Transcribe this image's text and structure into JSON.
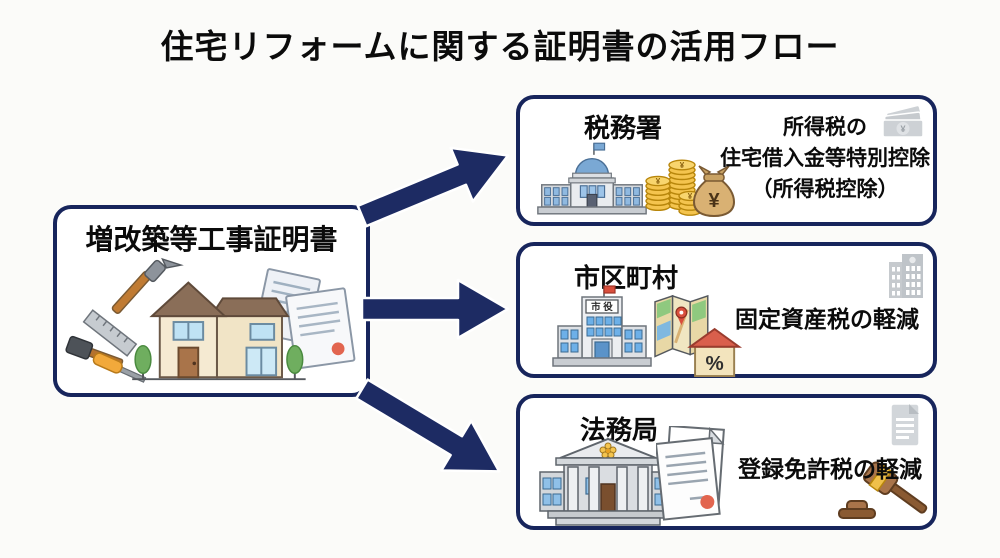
{
  "page": {
    "title": "住宅リフォームに関する証明書の活用フロー",
    "background_color": "#fbfbf9",
    "accent_color": "#17255c",
    "text_color": "#0b0b0b"
  },
  "source": {
    "label": "増改築等工事証明書",
    "illustration": "house-renovation-with-tools-and-certificates"
  },
  "destinations": [
    {
      "name": "税務署",
      "lines": [
        "所得税の",
        "住宅借入金等特別控除",
        "（所得税控除）"
      ],
      "corner_icon": "banknotes-icon",
      "illustration": "tax-office-building-with-coins-and-money-bag"
    },
    {
      "name": "市区町村",
      "sign": "市 役",
      "lines": [
        "固定資産税の軽減"
      ],
      "corner_icon": "office-building-icon",
      "illustration": "city-hall-with-map-and-house-percent"
    },
    {
      "name": "法務局",
      "lines": [
        "登録免許税の軽減"
      ],
      "corner_icon": "document-icon",
      "illustration": "legal-affairs-bureau-with-certificate-and-gavel"
    }
  ],
  "symbols": {
    "yen": "¥",
    "percent": "%"
  }
}
